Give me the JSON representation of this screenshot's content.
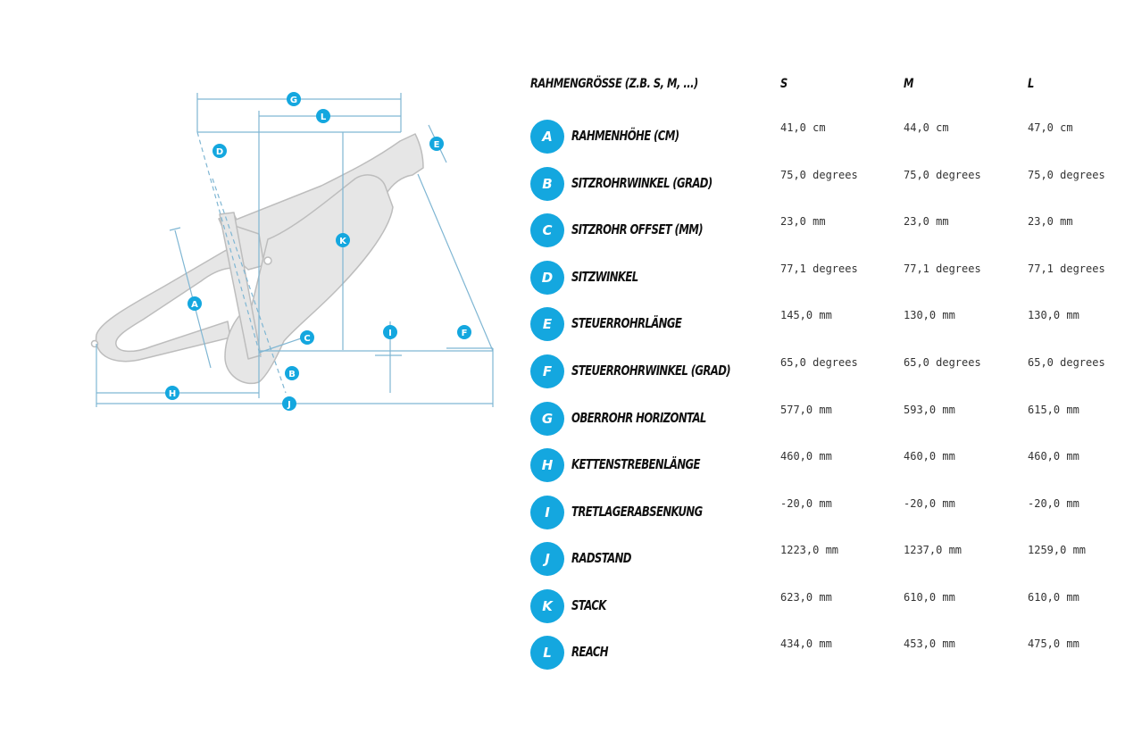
{
  "diagram": {
    "markers": [
      "A",
      "B",
      "C",
      "D",
      "E",
      "F",
      "G",
      "H",
      "I",
      "J",
      "K",
      "L"
    ]
  },
  "table": {
    "header": {
      "size_label": "RAHMENGRÖSSE (Z.B. S, M, ...)",
      "sizes": [
        "S",
        "M",
        "L"
      ]
    },
    "rows": [
      {
        "letter": "A",
        "label": "RAHMENHÖHE (CM)",
        "values": [
          "41,0 cm",
          "44,0 cm",
          "47,0 cm"
        ]
      },
      {
        "letter": "B",
        "label": "SITZROHRWINKEL (GRAD)",
        "values": [
          "75,0 degrees",
          "75,0 degrees",
          "75,0 degrees"
        ]
      },
      {
        "letter": "C",
        "label": "SITZROHR OFFSET (MM)",
        "values": [
          "23,0 mm",
          "23,0 mm",
          "23,0 mm"
        ]
      },
      {
        "letter": "D",
        "label": "SITZWINKEL",
        "values": [
          "77,1 degrees",
          "77,1 degrees",
          "77,1 degrees"
        ]
      },
      {
        "letter": "E",
        "label": "STEUERROHRLÄNGE",
        "values": [
          "145,0 mm",
          "130,0 mm",
          "130,0 mm"
        ]
      },
      {
        "letter": "F",
        "label": "STEUERROHRWINKEL (GRAD)",
        "values": [
          "65,0 degrees",
          "65,0 degrees",
          "65,0 degrees"
        ]
      },
      {
        "letter": "G",
        "label": "OBERROHR HORIZONTAL",
        "values": [
          "577,0 mm",
          "593,0 mm",
          "615,0 mm"
        ]
      },
      {
        "letter": "H",
        "label": "KETTENSTREBENLÄNGE",
        "values": [
          "460,0 mm",
          "460,0 mm",
          "460,0 mm"
        ]
      },
      {
        "letter": "I",
        "label": "TRETLAGERABSENKUNG",
        "values": [
          "-20,0 mm",
          "-20,0 mm",
          "-20,0 mm"
        ]
      },
      {
        "letter": "J",
        "label": "RADSTAND",
        "values": [
          "1223,0 mm",
          "1237,0 mm",
          "1259,0 mm"
        ]
      },
      {
        "letter": "K",
        "label": "STACK",
        "values": [
          "623,0 mm",
          "610,0 mm",
          "610,0 mm"
        ]
      },
      {
        "letter": "L",
        "label": "REACH",
        "values": [
          "434,0 mm",
          "453,0 mm",
          "475,0 mm"
        ]
      }
    ]
  },
  "colors": {
    "accent": "#14a7df",
    "frame_fill": "#e6e6e6",
    "frame_stroke": "#b9b9b9",
    "dimension_line": "#7fb6d3",
    "text": "#111111"
  }
}
